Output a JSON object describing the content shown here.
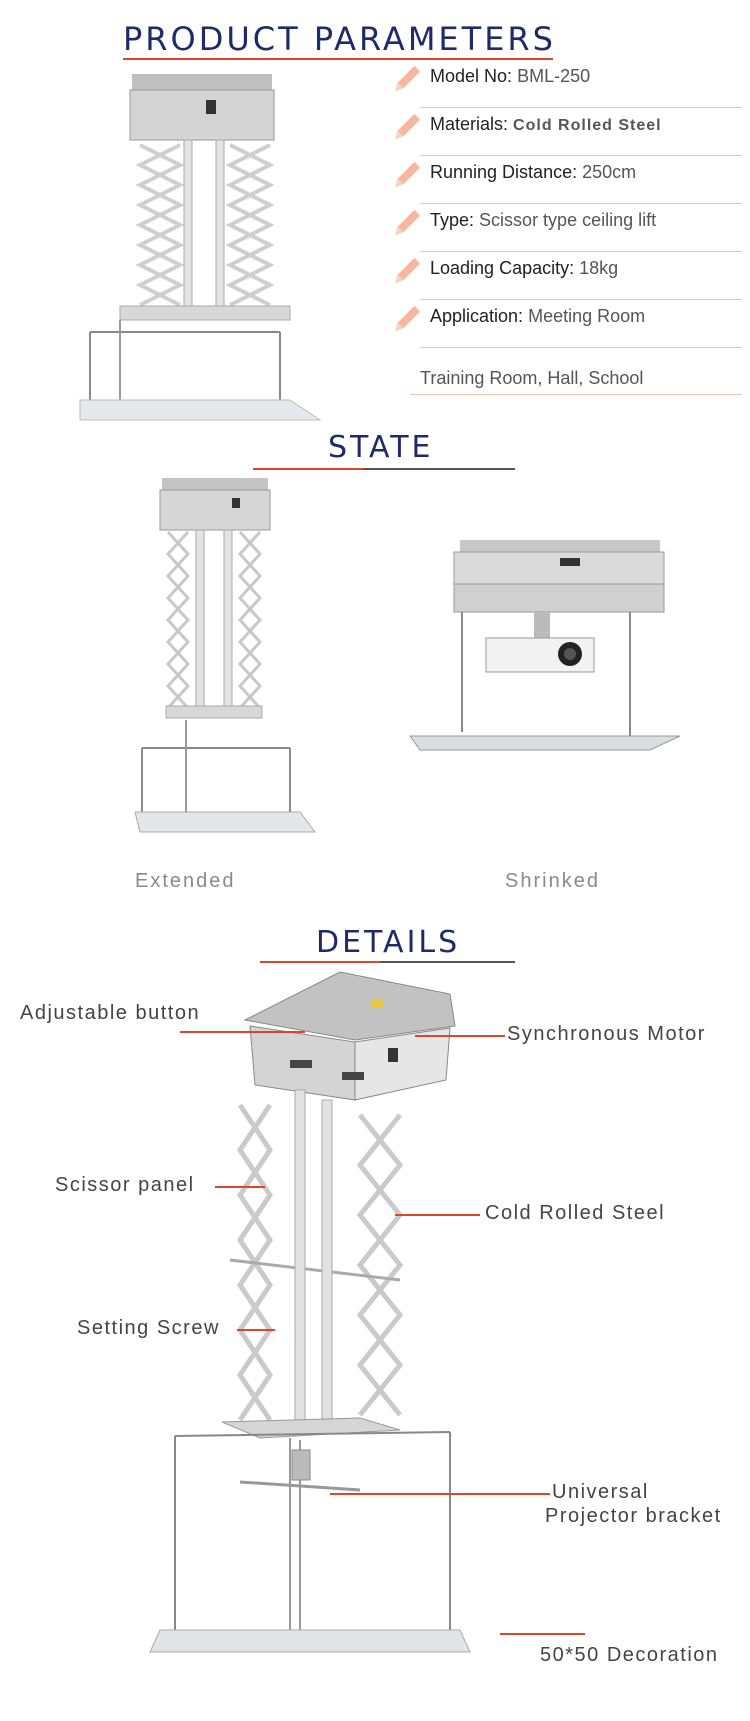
{
  "sections": {
    "params_title": "PRODUCT PARAMETERS",
    "state_title": "STATE",
    "details_title": "DETAILS"
  },
  "params": [
    {
      "label": "Model No:",
      "value": "BML-250"
    },
    {
      "label": "Materials:",
      "value": "Cold Rolled Steel"
    },
    {
      "label": "Running Distance:",
      "value": "250cm"
    },
    {
      "label": "Type:",
      "value": "Scissor type ceiling lift"
    },
    {
      "label": "Loading Capacity:",
      "value": "18kg"
    },
    {
      "label": "Application:",
      "value": "Meeting Room"
    }
  ],
  "params_extra": "Training Room, Hall, School",
  "state": {
    "extended": "Extended",
    "shrinked": "Shrinked"
  },
  "details": {
    "adjustable_button": "Adjustable button",
    "synchronous_motor": "Synchronous Motor",
    "scissor_panel": "Scissor panel",
    "cold_rolled_steel": "Cold Rolled Steel",
    "setting_screw": "Setting Screw",
    "universal_line1": "Universal",
    "universal_line2": "Projector bracket",
    "decoration": "50*50 Decoration"
  },
  "colors": {
    "title_blue": "#1f2a6b",
    "accent_orange": "#e0452a",
    "pencil_peach": "#f4b8a0"
  }
}
